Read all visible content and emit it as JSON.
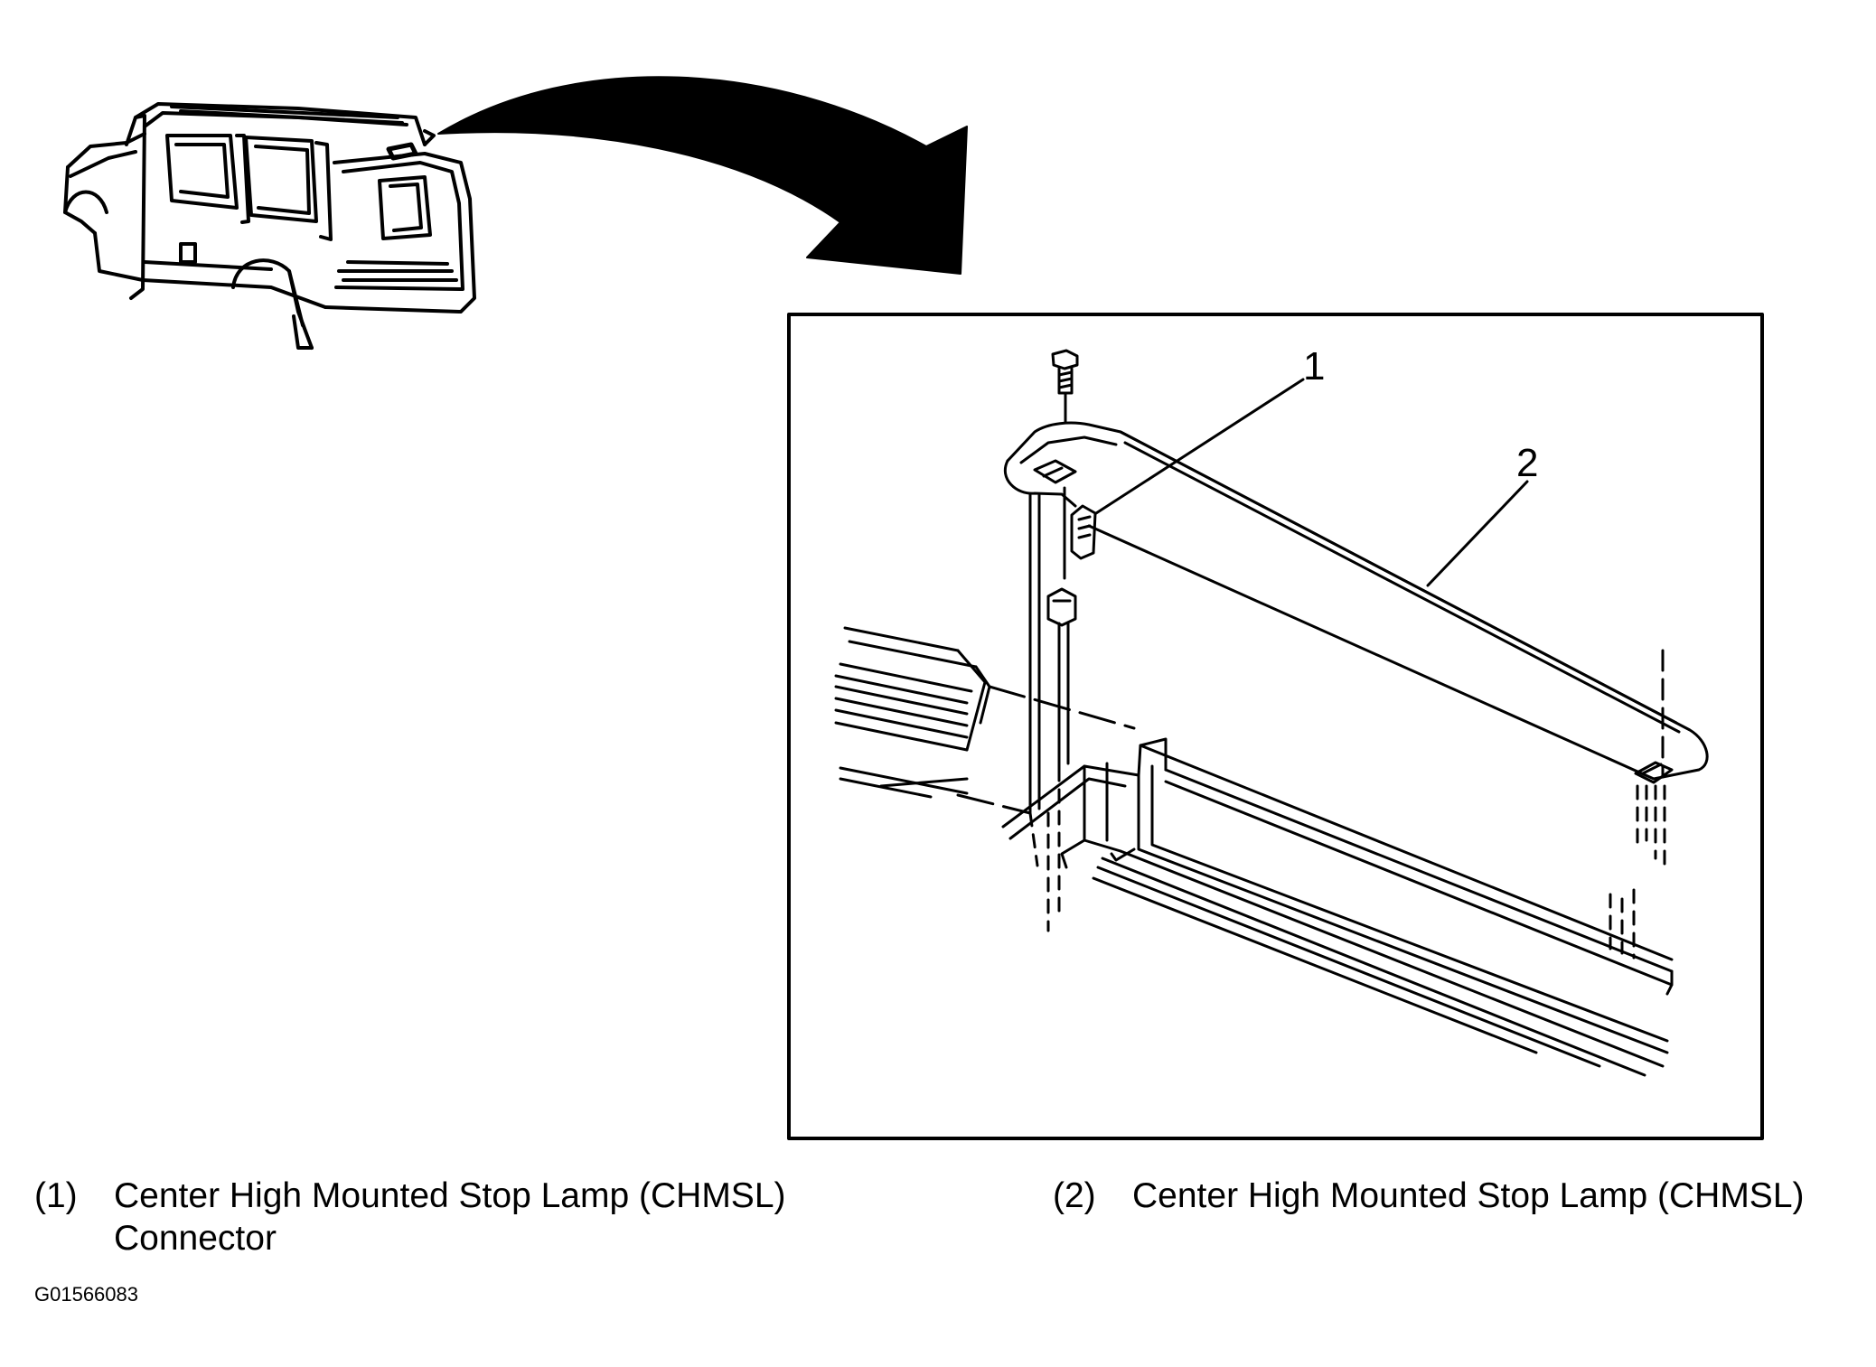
{
  "callouts": {
    "c1": "1",
    "c2": "2"
  },
  "legend": [
    {
      "num": "(1)",
      "line1": "Center High Mounted Stop Lamp (CHMSL)",
      "line2": "Connector"
    },
    {
      "num": "(2)",
      "line1": "Center High Mounted Stop Lamp (CHMSL)"
    }
  ],
  "figure_code": "G01566083",
  "colors": {
    "ink": "#000000",
    "paper": "#ffffff"
  }
}
